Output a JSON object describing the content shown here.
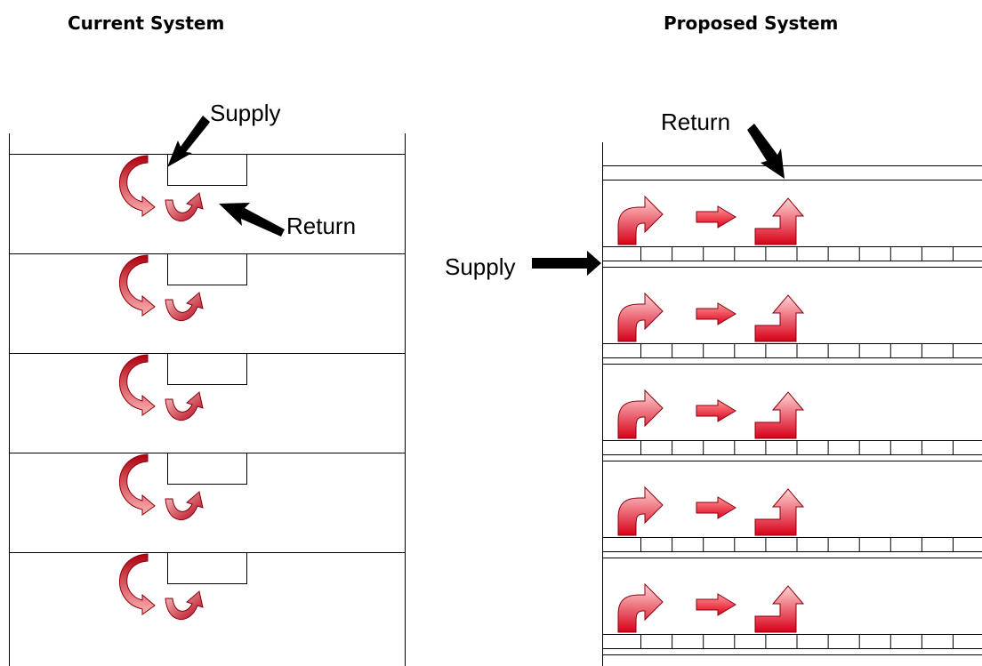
{
  "diagram": {
    "current": {
      "title": "Current System",
      "supply_label": "Supply",
      "return_label": "Return",
      "floor_count": 5
    },
    "proposed": {
      "title": "Proposed System",
      "return_label": "Return",
      "supply_label": "Supply",
      "floor_count": 5,
      "floor_tile_count": 12
    },
    "colors": {
      "supply_arrow_dark": "#b00010",
      "supply_arrow_light": "#ffb0b0",
      "structure_line": "#000000",
      "pointer_arrow": "#000000"
    }
  }
}
